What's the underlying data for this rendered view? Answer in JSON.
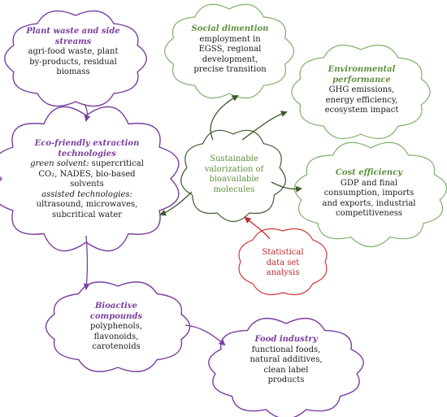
{
  "colors": {
    "purple": "#7a3fa0",
    "green": "#7fb06a",
    "dark_green": "#3e5a2e",
    "red": "#d13a3a",
    "text_green": "#5f8f3e",
    "text_red": "#c0282d"
  },
  "nodes": {
    "plant_waste": {
      "title_lines": [
        "Plant waste and side",
        "streams"
      ],
      "body_lines": [
        "agri-food waste, plant",
        "by-products, residual",
        "biomass"
      ]
    },
    "extraction": {
      "title_lines": [
        "Eco-friendly extraction",
        "technologies"
      ],
      "green_solvent_label": "green solvent:",
      "green_solvent_rest": " supercritical",
      "line2": "CO₂, NADES, bio-based",
      "line3": "solvents",
      "assisted_label": "assisted technologies:",
      "line5": "ultrasound, microwaves,",
      "line6": "subcritical water"
    },
    "bioactive": {
      "title_lines": [
        "Bioactive",
        "compounds"
      ],
      "body_lines": [
        "polyphenols,",
        "flavonoids,",
        "carotenoids"
      ]
    },
    "food_industry": {
      "title_lines": [
        "Food industry"
      ],
      "body_lines": [
        "functional foods,",
        "natural additives,",
        "clean label",
        "products"
      ]
    },
    "social": {
      "title_lines": [
        "Social dimention"
      ],
      "body_lines": [
        "employment in",
        "EGSS, regional",
        "development,",
        "precise transition"
      ]
    },
    "environmental": {
      "title_lines": [
        "Environmental",
        "performance"
      ],
      "body_lines": [
        "GHG emissions,",
        "energy efficiency,",
        "ecosystem impact"
      ]
    },
    "cost": {
      "title_lines": [
        "Cost efficiency"
      ],
      "body_lines": [
        "GDP and final",
        "consumption, imports",
        "and exports, industrial",
        "competitiveness"
      ]
    },
    "central": {
      "body_lines": [
        "Sustainable",
        "valorization of",
        "bioavailable",
        "molecules"
      ]
    },
    "statistical": {
      "body_lines": [
        "Statistical",
        "data set",
        "analysis"
      ]
    }
  }
}
